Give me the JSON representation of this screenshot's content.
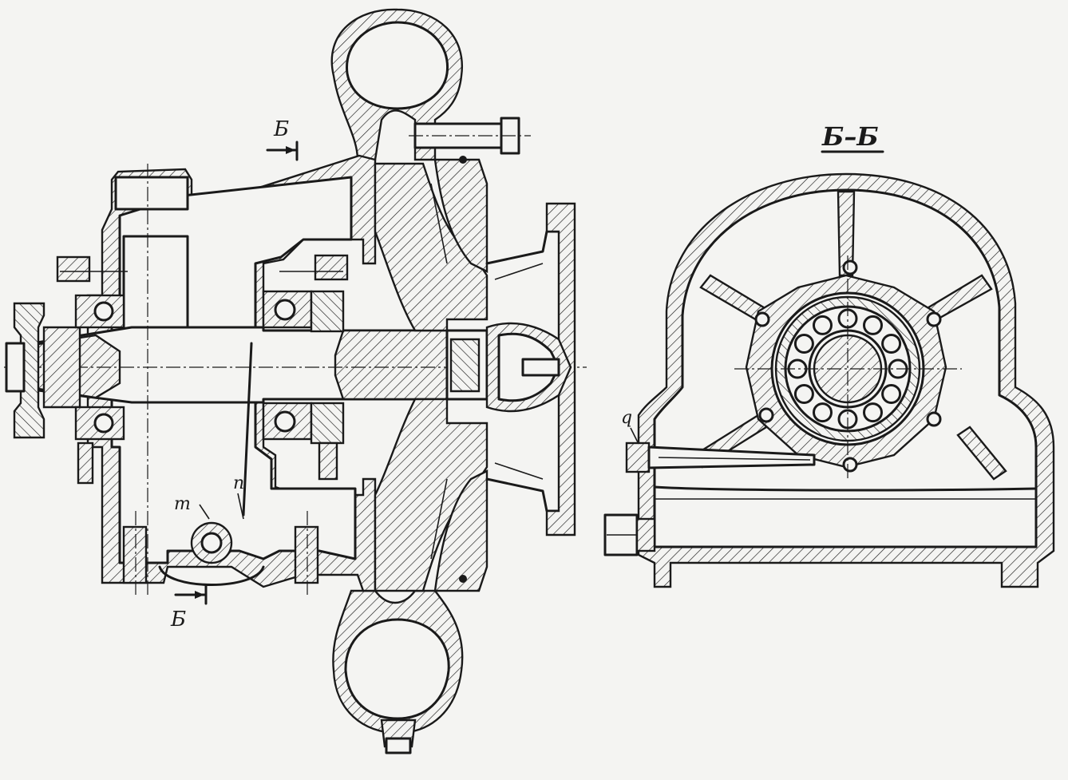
{
  "labels": {
    "section_top": "Б",
    "section_bottom": "Б",
    "section_title": "Б–Б",
    "m": "m",
    "n": "n",
    "q": "q"
  },
  "colors": {
    "ink": "#1a1a1a",
    "paper": "#f4f4f2"
  }
}
